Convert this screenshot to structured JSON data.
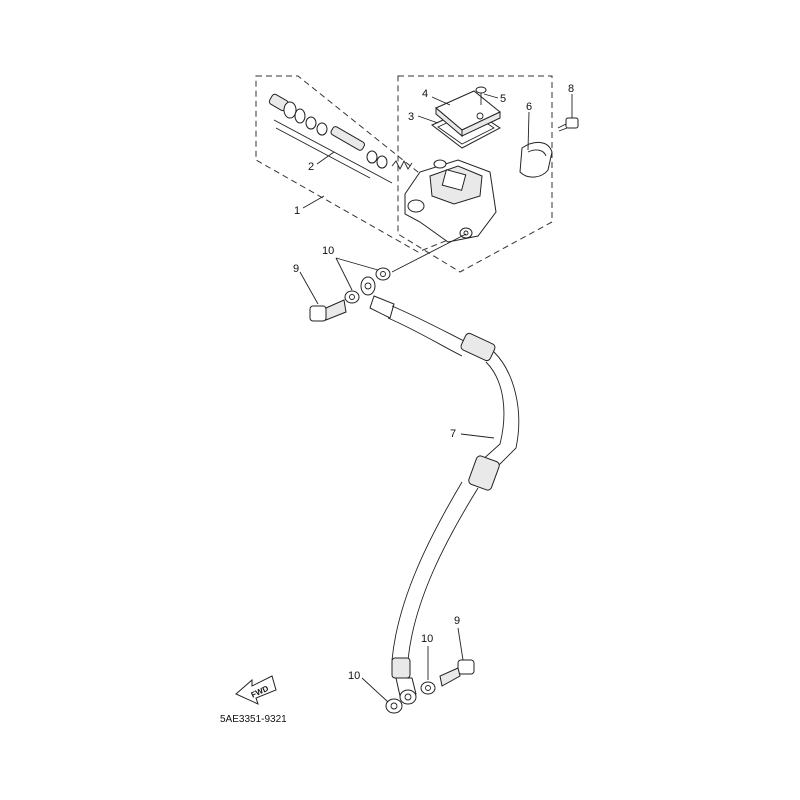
{
  "diagram": {
    "callouts": {
      "c1": "1",
      "c2": "2",
      "c3": "3",
      "c4": "4",
      "c5": "5",
      "c6": "6",
      "c7": "7",
      "c8": "8",
      "c9_top": "9",
      "c10_top": "10",
      "c10_bottom_left": "10",
      "c10_bottom_mid": "10",
      "c9_bottom": "9"
    },
    "fwd_label": "FWD",
    "diagram_code": "5AE3351-9321",
    "colors": {
      "ink": "#222222",
      "background": "#ffffff"
    }
  }
}
